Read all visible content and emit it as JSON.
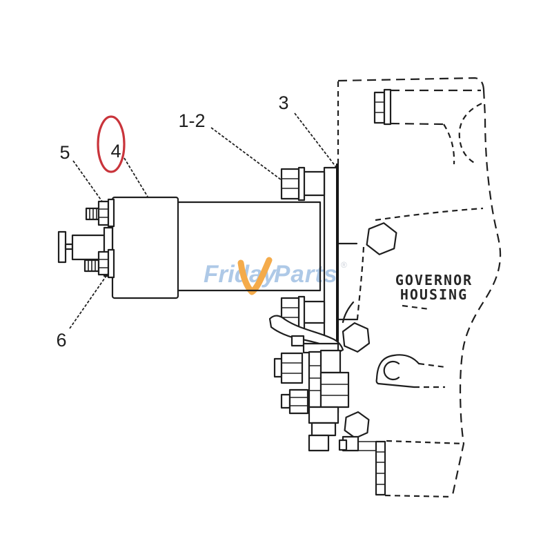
{
  "diagram": {
    "type": "exploded-parts-line-drawing",
    "housing_label": {
      "line1": "GOVERNOR",
      "line2": "HOUSING"
    },
    "callouts": {
      "c5": "5",
      "c4": "4",
      "c12": "1-2",
      "c3": "3",
      "c6": "6"
    },
    "highlighted_callout": "4",
    "highlight_color": "#c9343b",
    "line_color": "#1e1e1e"
  },
  "watermark": {
    "part1": "Friday",
    "part2": "Parts",
    "registered": "®",
    "text_color": "#a8c5e6",
    "check_color": "#f4a43c",
    "registered_color": "#c9cfd8"
  }
}
